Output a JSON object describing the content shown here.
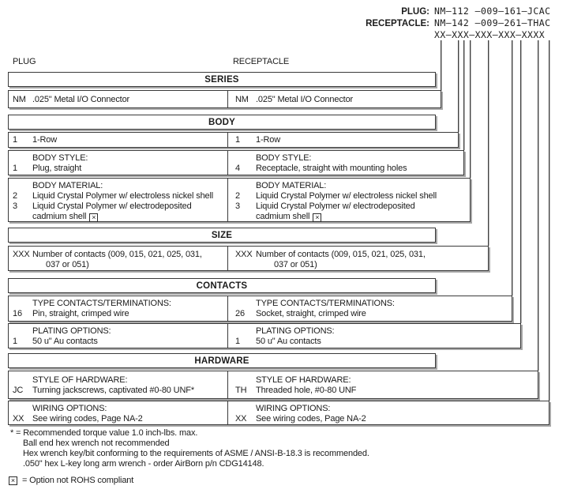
{
  "colors": {
    "border": "#3a3a3a",
    "shadow": "#a8a8a8",
    "text": "#1b1b1b",
    "background": "#ffffff"
  },
  "marks": {
    "x": "×"
  },
  "part_numbers": {
    "plug_label": "PLUG:",
    "plug_value": "NM–112 –009–161–JCAC",
    "receptacle_label": "RECEPTACLE:",
    "receptacle_value": "NM–142 –009–261–THAC",
    "pattern": "XX–XXX–XXX–XXX–XXXX"
  },
  "columns": {
    "left": "PLUG",
    "right": "RECEPTACLE"
  },
  "series": {
    "title": "SERIES",
    "plug": {
      "code": "NM",
      "desc": ".025\" Metal I/O Connector"
    },
    "receptacle": {
      "code": "NM",
      "desc": ".025\" Metal I/O Connector"
    }
  },
  "body": {
    "title": "BODY",
    "rows": {
      "plug": {
        "code": "1",
        "desc": "1-Row"
      },
      "receptacle": {
        "code": "1",
        "desc": "1-Row"
      }
    },
    "style": {
      "label_plug": "BODY STYLE:",
      "label_receptacle": "BODY STYLE:",
      "plug": {
        "code": "1",
        "desc": "Plug, straight"
      },
      "receptacle": {
        "code": "4",
        "desc": "Receptacle, straight with mounting holes"
      }
    },
    "material": {
      "label_plug": "BODY MATERIAL:",
      "label_receptacle": "BODY MATERIAL:",
      "plug_option1": {
        "code": "2",
        "desc": "Liquid Crystal Polymer w/ electroless nickel shell"
      },
      "plug_option2": {
        "code": "3",
        "desc": "Liquid Crystal Polymer w/ electrodeposited",
        "desc2": "cadmium shell"
      },
      "receptacle_option1": {
        "code": "2",
        "desc": "Liquid Crystal Polymer w/ electroless nickel shell"
      },
      "receptacle_option2": {
        "code": "3",
        "desc": "Liquid Crystal Polymer w/ electrodeposited",
        "desc2": "cadmium shell"
      }
    }
  },
  "size": {
    "title": "SIZE",
    "plug": {
      "code": "XXX",
      "desc": "Number of contacts (009, 015, 021, 025, 031,",
      "desc2": "037 or 051)"
    },
    "receptacle": {
      "code": "XXX",
      "desc": "Number of contacts (009, 015, 021, 025, 031,",
      "desc2": "037 or 051)"
    }
  },
  "contacts": {
    "title": "CONTACTS",
    "type": {
      "label_plug": "TYPE CONTACTS/TERMINATIONS:",
      "label_receptacle": "TYPE CONTACTS/TERMINATIONS:",
      "plug": {
        "code": "16",
        "desc": "Pin, straight, crimped wire"
      },
      "receptacle": {
        "code": "26",
        "desc": "Socket, straight, crimped wire"
      }
    },
    "plating": {
      "label_plug": "PLATING OPTIONS:",
      "label_receptacle": "PLATING OPTIONS:",
      "plug": {
        "code": "1",
        "desc": "50 u\" Au contacts"
      },
      "receptacle": {
        "code": "1",
        "desc": "50 u\" Au contacts"
      }
    }
  },
  "hardware": {
    "title": "HARDWARE",
    "style": {
      "label_plug": "STYLE OF HARDWARE:",
      "label_receptacle": "STYLE OF HARDWARE:",
      "plug": {
        "code": "JC",
        "desc": "Turning jackscrews, captivated #0-80 UNF*"
      },
      "receptacle": {
        "code": "TH",
        "desc": "Threaded hole, #0-80 UNF"
      }
    },
    "wiring": {
      "label_plug": "WIRING OPTIONS:",
      "label_receptacle": "WIRING OPTIONS:",
      "plug": {
        "code": "XX",
        "desc": "See wiring codes, Page NA-2"
      },
      "receptacle": {
        "code": "XX",
        "desc": "See wiring codes, Page NA-2"
      }
    }
  },
  "footnotes": {
    "star_prefix": "* =",
    "star_line1": "Recommended torque value 1.0 inch-lbs. max.",
    "star_line2": "Ball end hex wrench not recommended",
    "star_line3": "Hex wrench key/bit conforming to the requirements of ASME / ANSI-B-18.3 is recommended.",
    "star_line4": ".050\" hex L-key long arm wrench - order AirBorn p/n CDG14148.",
    "rohs_text": "= Option not ROHS compliant"
  }
}
